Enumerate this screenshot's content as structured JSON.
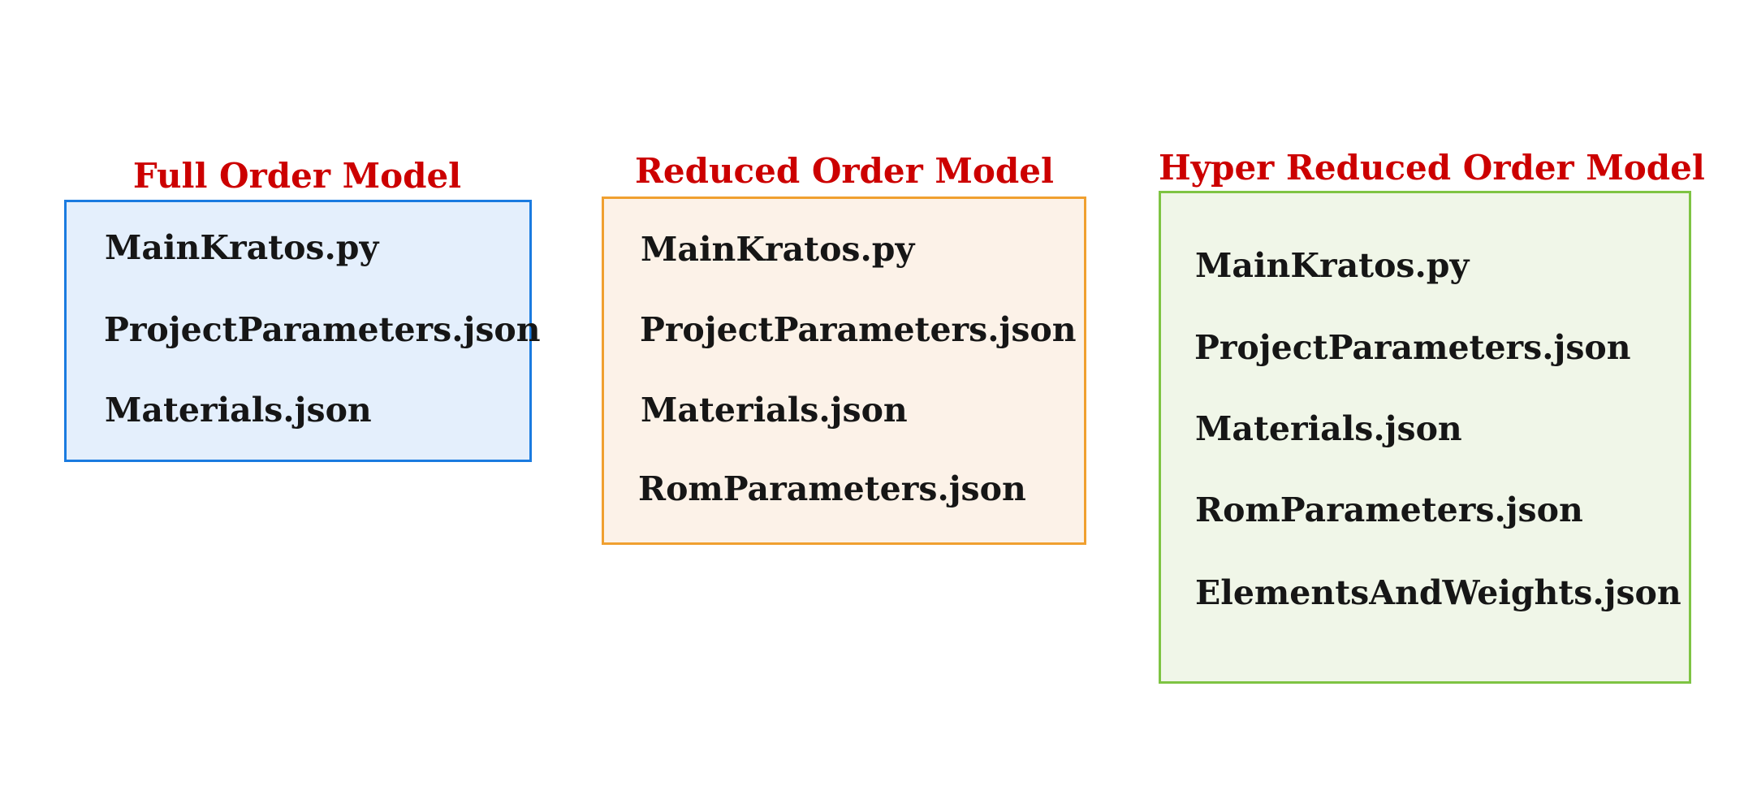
{
  "colors": {
    "title_text": "#cc0000",
    "file_text": "#161616",
    "full_order_border": "#1a7be0",
    "full_order_fill": "#e4effc",
    "reduced_order_border": "#f0a030",
    "reduced_order_fill": "#fcf2e8",
    "hyper_reduced_order_border": "#7ec443",
    "hyper_reduced_order_fill": "#f0f6e8"
  },
  "panels": [
    {
      "title": "Full Order Model",
      "files": [
        "MainKratos.py",
        "ProjectParameters.json",
        "Materials.json"
      ]
    },
    {
      "title": "Reduced Order Model",
      "files": [
        "MainKratos.py",
        "ProjectParameters.json",
        "Materials.json",
        "RomParameters.json"
      ]
    },
    {
      "title": "Hyper Reduced Order Model",
      "files": [
        "MainKratos.py",
        "ProjectParameters.json",
        "Materials.json",
        "RomParameters.json",
        "ElementsAndWeights.json"
      ]
    }
  ]
}
